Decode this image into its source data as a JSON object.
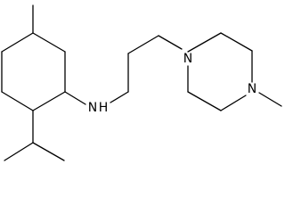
{
  "molecule": {
    "atom_labels": {
      "amine_n": "N",
      "amine_h": "H",
      "piperazine_n1": "N",
      "piperazine_n4": "N"
    }
  }
}
